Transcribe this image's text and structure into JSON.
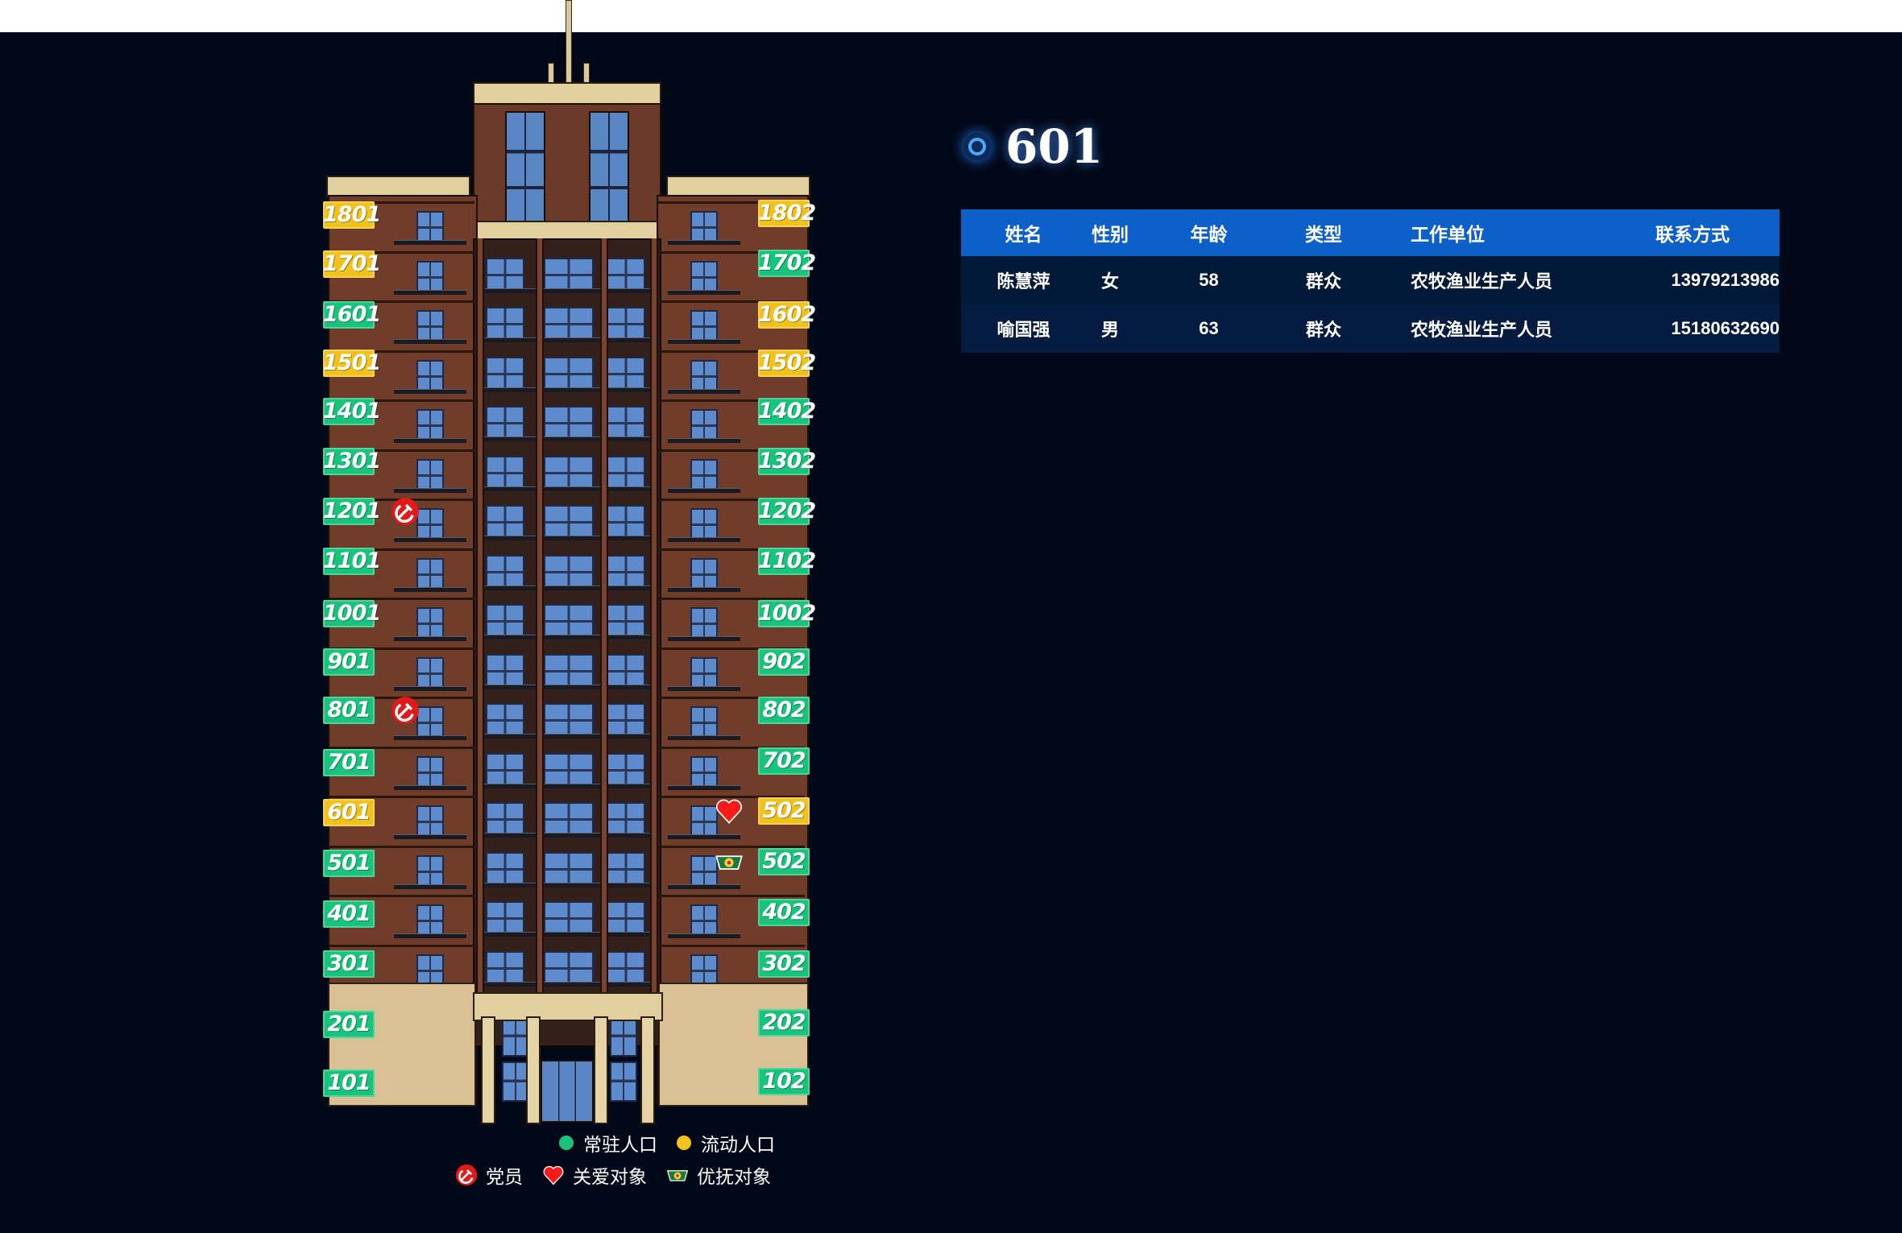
{
  "colors": {
    "background": "#010818",
    "resident": "#18c47c",
    "floating": "#f2c21c",
    "header": "#0e60c9"
  },
  "units_left": [
    {
      "unit": "1801",
      "type": "floating"
    },
    {
      "unit": "1701",
      "type": "floating"
    },
    {
      "unit": "1601",
      "type": "resident"
    },
    {
      "unit": "1501",
      "type": "floating"
    },
    {
      "unit": "1401",
      "type": "resident"
    },
    {
      "unit": "1301",
      "type": "resident"
    },
    {
      "unit": "1201",
      "type": "resident",
      "mark": "party-member"
    },
    {
      "unit": "1101",
      "type": "resident"
    },
    {
      "unit": "1001",
      "type": "resident"
    },
    {
      "unit": "901",
      "type": "resident"
    },
    {
      "unit": "801",
      "type": "resident",
      "mark": "party-member"
    },
    {
      "unit": "701",
      "type": "resident"
    },
    {
      "unit": "601",
      "type": "floating"
    },
    {
      "unit": "501",
      "type": "resident"
    },
    {
      "unit": "401",
      "type": "resident"
    },
    {
      "unit": "301",
      "type": "resident"
    },
    {
      "unit": "201",
      "type": "resident"
    },
    {
      "unit": "101",
      "type": "resident"
    }
  ],
  "units_right": [
    {
      "unit": "1802",
      "type": "floating"
    },
    {
      "unit": "1702",
      "type": "resident"
    },
    {
      "unit": "1602",
      "type": "floating"
    },
    {
      "unit": "1502",
      "type": "floating"
    },
    {
      "unit": "1402",
      "type": "resident"
    },
    {
      "unit": "1302",
      "type": "resident"
    },
    {
      "unit": "1202",
      "type": "resident"
    },
    {
      "unit": "1102",
      "type": "resident"
    },
    {
      "unit": "1002",
      "type": "resident"
    },
    {
      "unit": "902",
      "type": "resident"
    },
    {
      "unit": "802",
      "type": "resident"
    },
    {
      "unit": "702",
      "type": "resident"
    },
    {
      "unit": "502",
      "type": "floating",
      "mark": "care"
    },
    {
      "unit": "502",
      "type": "resident",
      "mark": "special-care"
    },
    {
      "unit": "402",
      "type": "resident"
    },
    {
      "unit": "302",
      "type": "resident"
    },
    {
      "unit": "202",
      "type": "resident"
    },
    {
      "unit": "102",
      "type": "resident"
    }
  ],
  "legend": {
    "resident": "常驻人口",
    "floating": "流动人口",
    "party_member": "党员",
    "care": "关爱对象",
    "special_care": "优抚对象"
  },
  "detail": {
    "room": "601",
    "columns": [
      "姓名",
      "性别",
      "年龄",
      "类型",
      "工作单位",
      "联系方式"
    ],
    "rows": [
      {
        "name": "陈慧萍",
        "gender": "女",
        "age": "58",
        "type": "群众",
        "work": "农牧渔业生产人员",
        "phone": "13979213986"
      },
      {
        "name": "喻国强",
        "gender": "男",
        "age": "63",
        "type": "群众",
        "work": "农牧渔业生产人员",
        "phone": "15180632690"
      }
    ]
  }
}
